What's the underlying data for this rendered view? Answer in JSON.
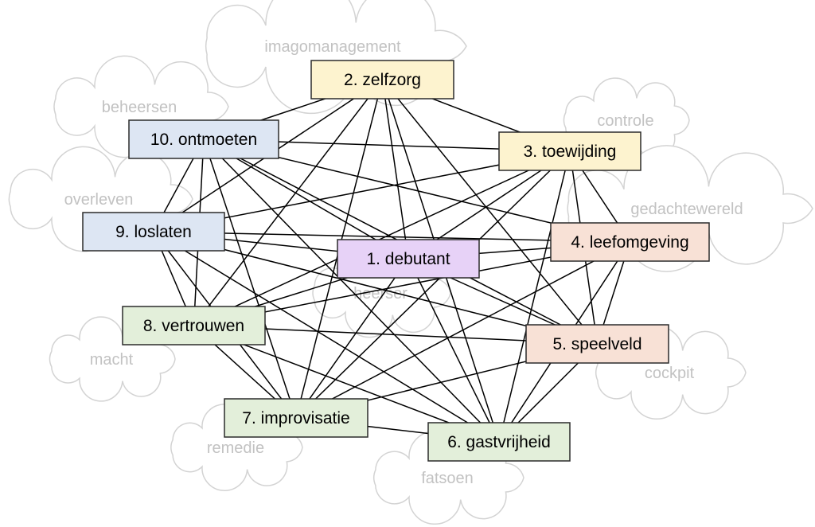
{
  "diagram": {
    "colors": {
      "yellow": "#fdf3cf",
      "blue": "#dde6f3",
      "purple": "#e7d2f7",
      "peach": "#f8e1d6",
      "green": "#e3efda",
      "cloud_stroke": "#d3d3d3",
      "cloud_text": "#c2c2c2",
      "edge": "#000000"
    },
    "nodes": [
      {
        "id": 1,
        "label": "1. debutant",
        "color": "purple"
      },
      {
        "id": 2,
        "label": "2. zelfzorg",
        "color": "yellow"
      },
      {
        "id": 3,
        "label": "3. toewijding",
        "color": "yellow"
      },
      {
        "id": 4,
        "label": "4. leefomgeving",
        "color": "peach"
      },
      {
        "id": 5,
        "label": "5. speelveld",
        "color": "peach"
      },
      {
        "id": 6,
        "label": "6. gastvrijheid",
        "color": "green"
      },
      {
        "id": 7,
        "label": "7. improvisatie",
        "color": "green"
      },
      {
        "id": 8,
        "label": "8. vertrouwen",
        "color": "green"
      },
      {
        "id": 9,
        "label": "9. loslaten",
        "color": "blue"
      },
      {
        "id": 10,
        "label": "10. ontmoeten",
        "color": "blue"
      }
    ],
    "clouds": [
      {
        "label": "imagomanagement"
      },
      {
        "label": "beheersen"
      },
      {
        "label": "controle"
      },
      {
        "label": "overleven"
      },
      {
        "label": "gedachtewereld"
      },
      {
        "label": "heerser"
      },
      {
        "label": "macht"
      },
      {
        "label": "cockpit"
      },
      {
        "label": "remedie"
      },
      {
        "label": "fatsoen"
      }
    ],
    "edges": [
      [
        2,
        10
      ],
      [
        2,
        9
      ],
      [
        2,
        8
      ],
      [
        2,
        7
      ],
      [
        2,
        1
      ],
      [
        2,
        6
      ],
      [
        2,
        5
      ],
      [
        2,
        3
      ],
      [
        10,
        3
      ],
      [
        10,
        4
      ],
      [
        10,
        1
      ],
      [
        10,
        9
      ],
      [
        10,
        8
      ],
      [
        10,
        7
      ],
      [
        10,
        6
      ],
      [
        10,
        5
      ],
      [
        3,
        9
      ],
      [
        3,
        1
      ],
      [
        3,
        8
      ],
      [
        3,
        7
      ],
      [
        3,
        4
      ],
      [
        3,
        5
      ],
      [
        3,
        6
      ],
      [
        9,
        1
      ],
      [
        9,
        4
      ],
      [
        9,
        5
      ],
      [
        9,
        6
      ],
      [
        9,
        8
      ],
      [
        9,
        7
      ],
      [
        1,
        4
      ],
      [
        1,
        5
      ],
      [
        1,
        6
      ],
      [
        1,
        7
      ],
      [
        1,
        8
      ],
      [
        4,
        8
      ],
      [
        4,
        7
      ],
      [
        4,
        6
      ],
      [
        4,
        5
      ],
      [
        5,
        8
      ],
      [
        5,
        7
      ],
      [
        5,
        6
      ],
      [
        8,
        7
      ],
      [
        8,
        6
      ],
      [
        7,
        6
      ]
    ]
  }
}
